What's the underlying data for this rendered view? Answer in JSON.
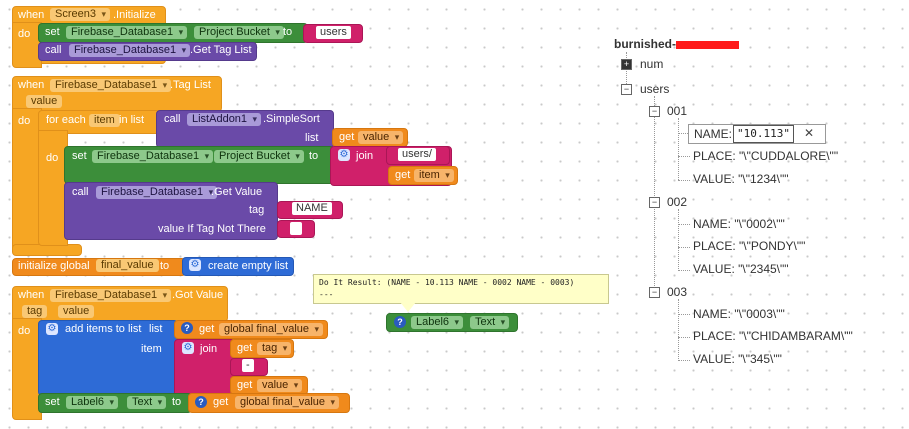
{
  "blocks": {
    "screen_init": {
      "event_when": "when",
      "component": "Screen3",
      "event_name": ".Initialize",
      "do": "do",
      "set": "set",
      "set_component": "Firebase_Database1",
      "set_property": "Project Bucket",
      "to": "to",
      "value_string": "users",
      "call": "call",
      "call_component": "Firebase_Database1",
      "call_method": ".Get Tag List"
    },
    "taglist": {
      "event_when": "when",
      "component": "Firebase_Database1",
      "event_name": ".Tag List",
      "param": "value",
      "do": "do",
      "for_each": "for each",
      "item_var": "item",
      "in_list": "in list",
      "call": "call",
      "sort_component": "ListAddon1",
      "sort_method": ".SimpleSort",
      "list_label": "list",
      "get": "get",
      "get_value": "value",
      "inner_do": "do",
      "set": "set",
      "set_component": "Firebase_Database1",
      "set_property": "Project Bucket",
      "to": "to",
      "join": "join",
      "join_string": "users/",
      "get_item": "item",
      "getvalue_call": "call",
      "getvalue_component": "Firebase_Database1",
      "getvalue_method": ".Get Value",
      "tag_label": "tag",
      "tag_string": "NAME",
      "notthere_label": "value If Tag Not There",
      "notthere_string": ""
    },
    "global_init": {
      "label": "initialize global",
      "var": "final_value",
      "to": "to",
      "create": "create empty list"
    },
    "gotvalue": {
      "event_when": "when",
      "component": "Firebase_Database1",
      "event_name": ".Got Value",
      "param_tag": "tag",
      "param_value": "value",
      "do": "do",
      "add_items": "add items to list",
      "list_label": "list",
      "get": "get",
      "global_var": "global final_value",
      "item_label": "item",
      "join": "join",
      "get_tag": "tag",
      "dash_string": "-",
      "get_value": "value",
      "set": "set",
      "set_component": "Label6",
      "set_property": "Text",
      "to": "to"
    },
    "do_it": {
      "result": "Do It Result: (NAME - 10.113 NAME - 0002 NAME - 0003)",
      "dashes": "---",
      "label_component": "Label6",
      "label_property": "Text"
    }
  },
  "tree": {
    "root": "burnished-",
    "nodes": {
      "num": "num",
      "users": "users",
      "n001": "001",
      "n002": "002",
      "n003": "003"
    },
    "rows_001": {
      "name_key": "NAME:",
      "name_edit_value": "\"10.113\"",
      "place": "PLACE: \"\\\"CUDDALORE\\\"\"",
      "value": "VALUE: \"\\\"1234\\\"\""
    },
    "rows_002": {
      "name": "NAME: \"\\\"0002\\\"\"",
      "place": "PLACE: \"\\\"PONDY\\\"\"",
      "value": "VALUE: \"\\\"2345\\\"\""
    },
    "rows_003": {
      "name": "NAME: \"\\\"0003\\\"\"",
      "place": "PLACE: \"\\\"CHIDAMBARAM\\\"\"",
      "value": "VALUE: \"\\\"345\\\"\""
    },
    "close_glyph": "✕"
  }
}
